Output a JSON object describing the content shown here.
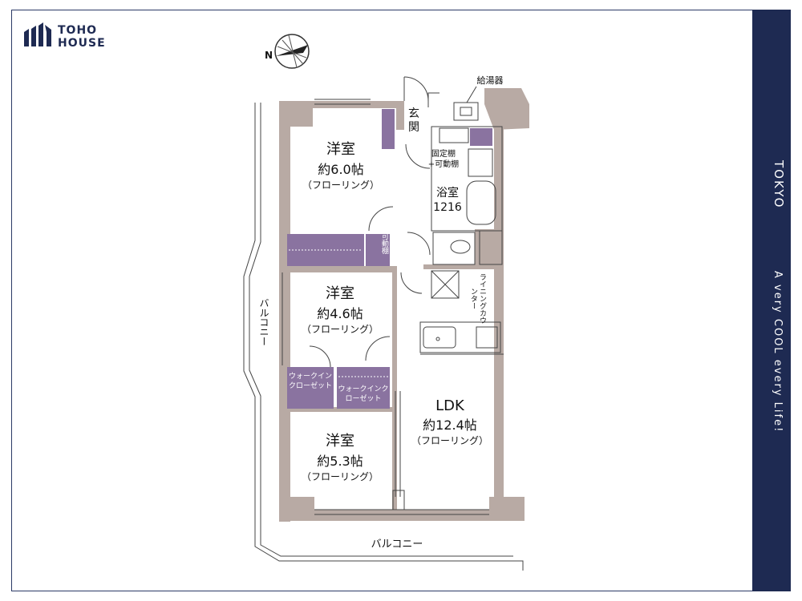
{
  "brand": {
    "logo_line1": "TOHO",
    "logo_line2": "HOUSE",
    "sidebar_title": "TOKYO",
    "sidebar_tagline": "A very COOL every Life!"
  },
  "compass": {
    "label": "N"
  },
  "rooms": {
    "western1": {
      "name": "洋室",
      "size": "約6.0帖",
      "floor": "（フローリング）"
    },
    "western2": {
      "name": "洋室",
      "size": "約4.6帖",
      "floor": "（フローリング）"
    },
    "western3": {
      "name": "洋室",
      "size": "約5.3帖",
      "floor": "（フローリング）"
    },
    "ldk": {
      "name": "LDK",
      "size": "約12.4帖",
      "floor": "（フローリング）"
    }
  },
  "labels": {
    "entrance": "玄関",
    "water_heater": "給湯器",
    "fixed_shelf": "固定棚",
    "movable_shelf": "+可動棚",
    "bath": "浴室",
    "bath_size": "1216",
    "movable_shelf_small": "可動棚",
    "dining_counter": "ライニングカウンター",
    "wic1": "ウォークインクローゼット",
    "wic2": "ウォークインクローゼット",
    "balcony_side": "バルコニー",
    "balcony_bottom": "バルコニー"
  },
  "colors": {
    "navy": "#1e2a52",
    "wall": "#b8aaa4",
    "storage": "#8a73a0"
  }
}
